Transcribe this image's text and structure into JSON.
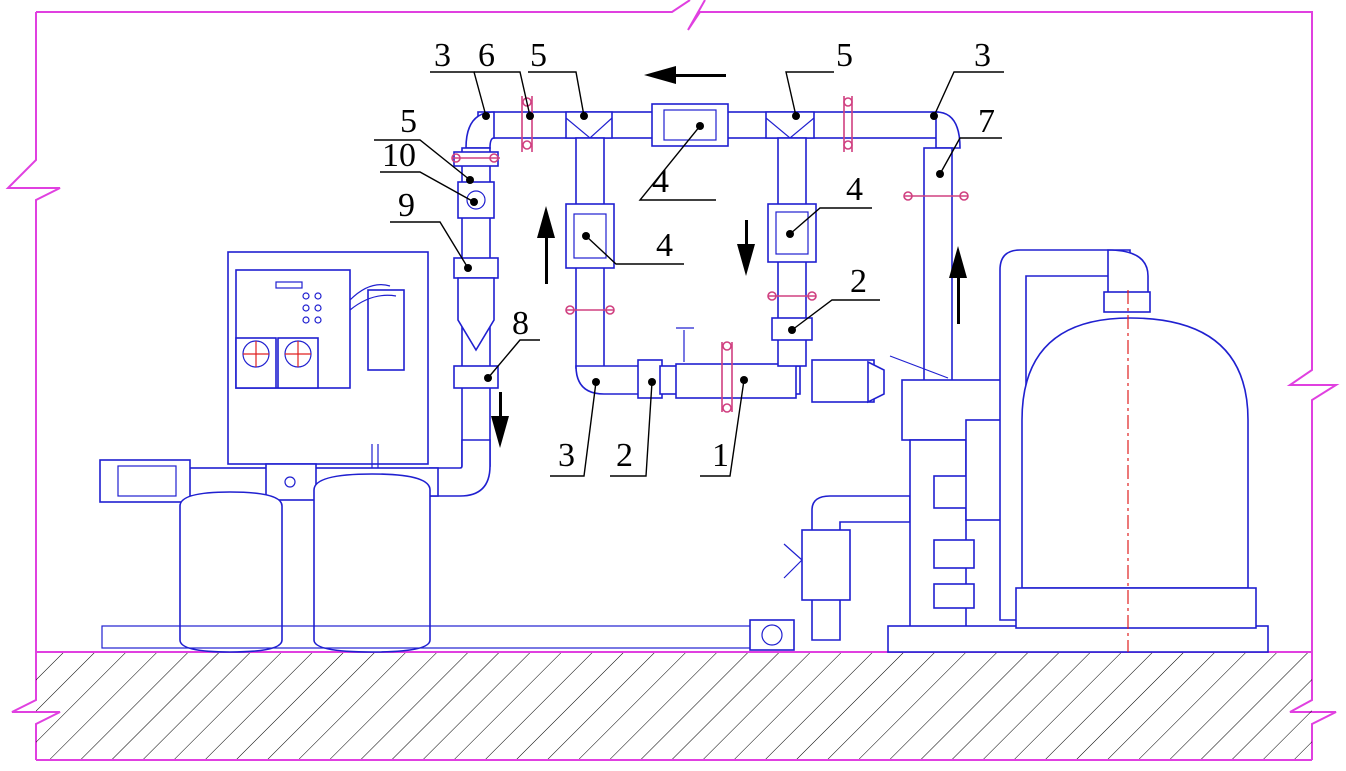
{
  "callouts": [
    {
      "id": "c3a",
      "text": "3"
    },
    {
      "id": "c6",
      "text": "6"
    },
    {
      "id": "c5a",
      "text": "5"
    },
    {
      "id": "c5b",
      "text": "5"
    },
    {
      "id": "c3b",
      "text": "3"
    },
    {
      "id": "c5c",
      "text": "5"
    },
    {
      "id": "c10",
      "text": "10"
    },
    {
      "id": "c7",
      "text": "7"
    },
    {
      "id": "c9",
      "text": "9"
    },
    {
      "id": "c4a",
      "text": "4"
    },
    {
      "id": "c4b",
      "text": "4"
    },
    {
      "id": "c4c",
      "text": "4"
    },
    {
      "id": "c2a",
      "text": "2"
    },
    {
      "id": "c8",
      "text": "8"
    },
    {
      "id": "c3c",
      "text": "3"
    },
    {
      "id": "c2b",
      "text": "2"
    },
    {
      "id": "c1",
      "text": "1"
    }
  ],
  "colors": {
    "pipe": "#2020d0",
    "wall": "#e040e0",
    "flange": "#d04080",
    "leader": "#000000",
    "axis": "#e02020"
  },
  "flow_directions": [
    "left",
    "up",
    "down",
    "down",
    "up"
  ]
}
